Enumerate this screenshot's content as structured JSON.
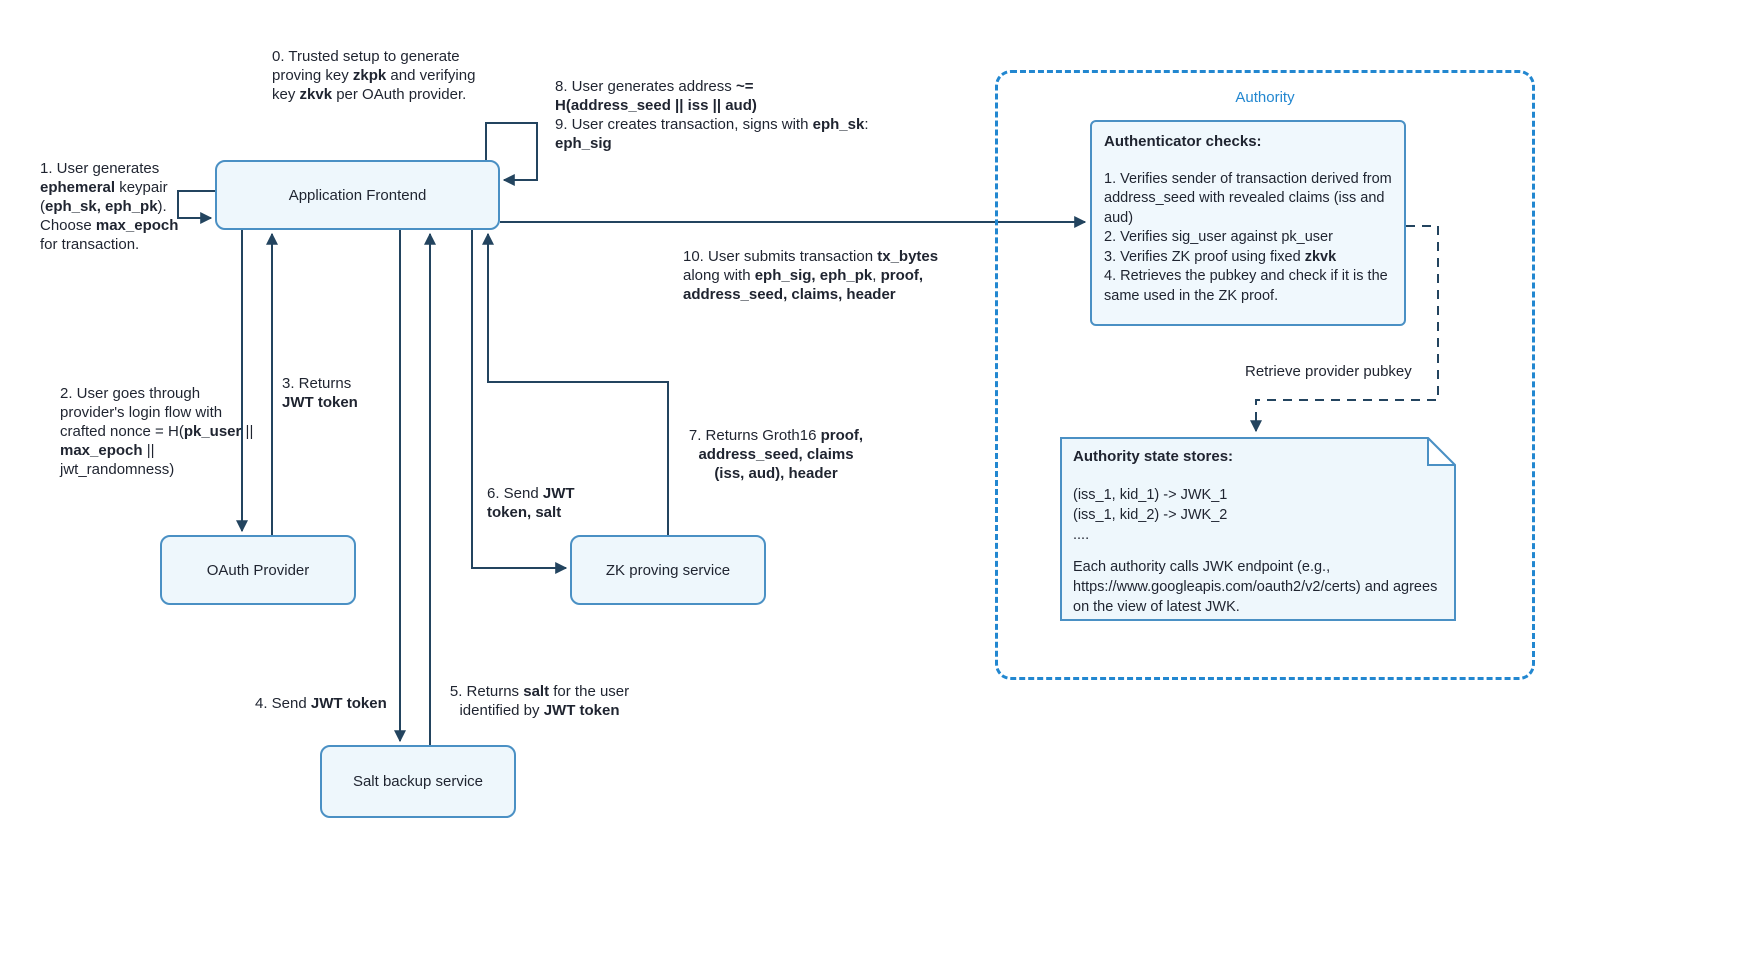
{
  "colors": {
    "arrow": "#23445f",
    "node_border": "#4a90c4",
    "node_fill": "#eef7fc",
    "authority_border": "#2287d0",
    "text": "#1f2430"
  },
  "nodes": {
    "application_frontend": "Application Frontend",
    "oauth_provider": "OAuth Provider",
    "zk_proving_service": "ZK proving service",
    "salt_backup_service": "Salt backup service",
    "authority": "Authority"
  },
  "ann": {
    "step0": [
      "0. Trusted setup to generate proving key ",
      "zkpk",
      " and verifying key ",
      "zkvk",
      " per OAuth provider."
    ],
    "step89": [
      "8. User generates address ",
      "~=",
      "H(address_seed || iss || aud)",
      "9. User creates transaction, signs with ",
      "eph_sk",
      ":",
      "eph_sig"
    ],
    "step1": [
      "1. User generates ",
      "ephemeral",
      " keypair (",
      "eph_sk, eph_pk",
      "). Choose ",
      "max_epoch",
      " for transaction."
    ],
    "step10": [
      "10. User submits transaction ",
      "tx_bytes",
      " along with ",
      "eph_sig, eph_pk",
      ", ",
      "proof, address_seed, claims, header"
    ],
    "step2": [
      "2. User goes through provider's login flow with crafted nonce = H(",
      "pk_user",
      " || ",
      "max_epoch",
      " || jwt_randomness)"
    ],
    "step3": [
      "3. Returns",
      "JWT token"
    ],
    "step7": [
      "7. Returns Groth16 ",
      "proof,",
      "address_seed, claims",
      "(iss, aud), header"
    ],
    "step6": [
      "6. Send ",
      "JWT",
      "token, salt"
    ],
    "step4": [
      "4. Send ",
      "JWT token"
    ],
    "step5": [
      "5. Returns ",
      "salt",
      " for the user identified by ",
      "JWT token"
    ],
    "retrieve_pubkey": "Retrieve provider pubkey"
  },
  "authenticator": {
    "title": "Authenticator checks:",
    "item1": "1. Verifies sender of transaction derived from address_seed with revealed claims (iss and aud)",
    "item2": "2. Verifies sig_user against pk_user",
    "item3a": "3. Verifies ZK proof using fixed ",
    "item3b": "zkvk",
    "item4": "4. Retrieves the pubkey and check if it is the same used in the ZK proof."
  },
  "authority_state": {
    "title": "Authority state stores:",
    "row1": "(iss_1, kid_1) -> JWK_1",
    "row2": "(iss_1, kid_2) -> JWK_2",
    "row3": "....",
    "para": "Each authority calls JWK endpoint (e.g., https://www.googleapis.com/oauth2/v2/certs) and agrees on the view of latest JWK."
  }
}
